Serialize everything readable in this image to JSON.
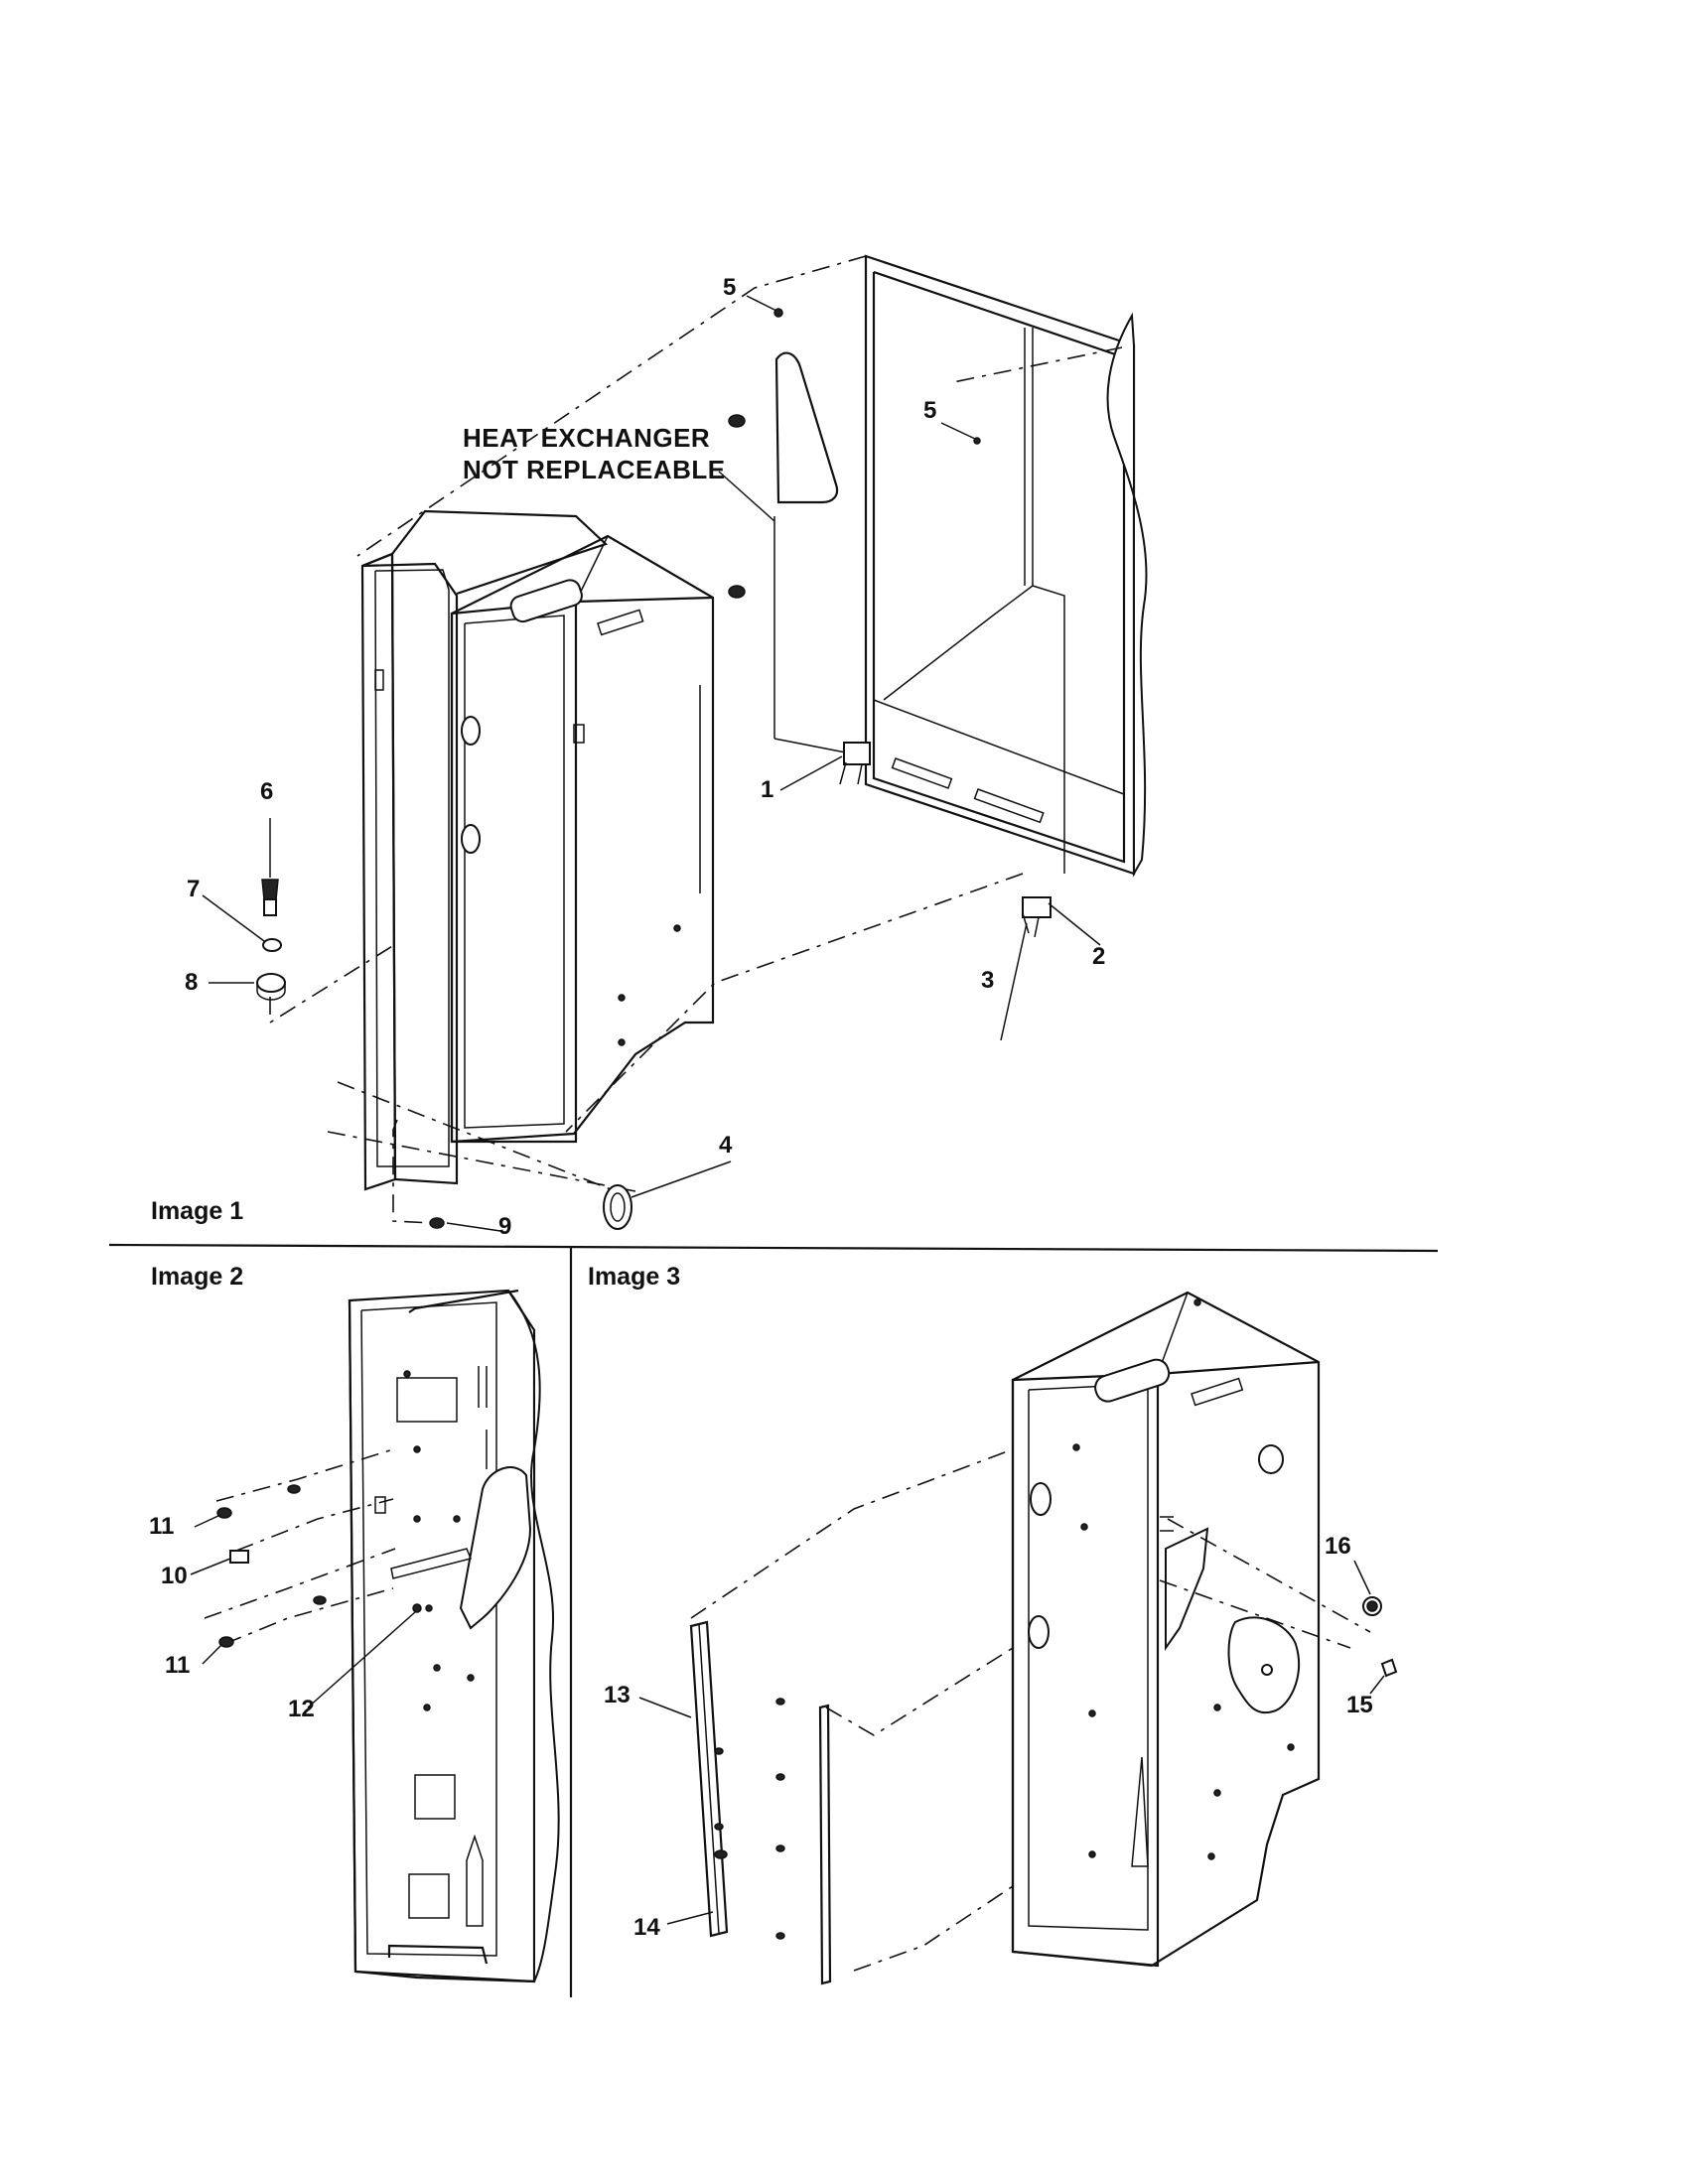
{
  "sections": {
    "image1": "Image 1",
    "image2": "Image 2",
    "image3": "Image 3"
  },
  "notes": {
    "line1": "HEAT EXCHANGER",
    "line2": "NOT REPLACEABLE"
  },
  "callouts": {
    "c1": "1",
    "c2": "2",
    "c3": "3",
    "c4": "4",
    "c5a": "5",
    "c5b": "5",
    "c6": "6",
    "c7": "7",
    "c8": "8",
    "c9": "9",
    "c10": "10",
    "c11a": "11",
    "c11b": "11",
    "c12": "12",
    "c13": "13",
    "c14": "14",
    "c15": "15",
    "c16": "16"
  }
}
